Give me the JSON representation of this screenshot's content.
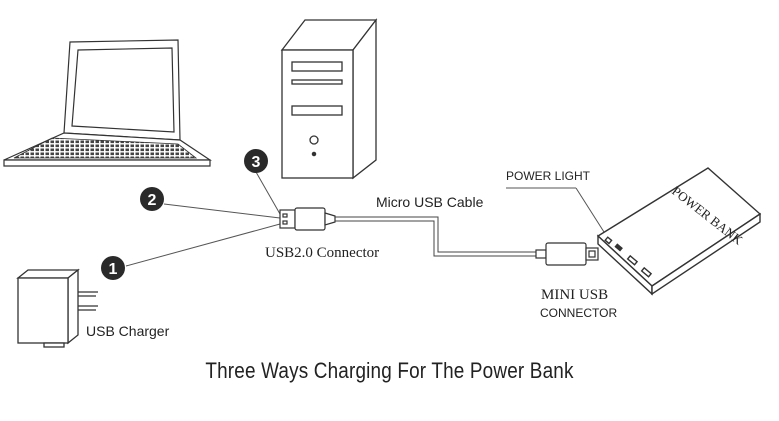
{
  "labels": {
    "usb_charger": "USB Charger",
    "usb_connector": "USB2.0 Connector",
    "micro_usb_cable": "Micro USB Cable",
    "power_light": "POWER LIGHT",
    "mini_usb_line1": "MINI USB",
    "mini_usb_line2": "CONNECTOR",
    "power_bank_text": "POWER BANK"
  },
  "markers": [
    "1",
    "2",
    "3"
  ],
  "caption": "Three Ways Charging For The Power Bank"
}
